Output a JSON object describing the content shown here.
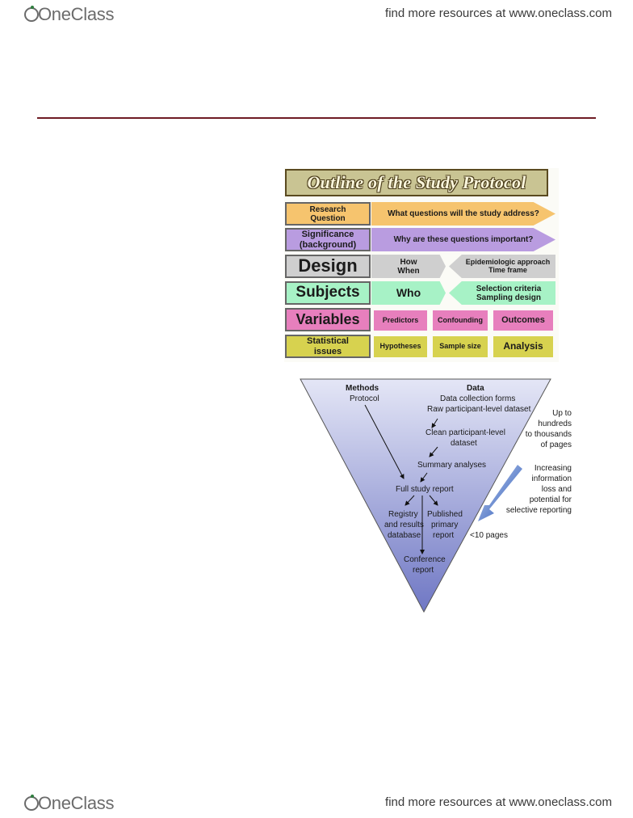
{
  "header": {
    "logo_text": "OneClass",
    "resources_link": "find more resources at www.oneclass.com"
  },
  "footer": {
    "logo_text": "OneClass",
    "resources_link": "find more resources at www.oneclass.com"
  },
  "protocol": {
    "title": "Outline of the Study Protocol",
    "rows": {
      "research_question": {
        "label": "Research Question",
        "content": "What questions will the study address?"
      },
      "significance": {
        "label": "Significance (background)",
        "content": "Why are these questions important?"
      },
      "design": {
        "label": "Design",
        "left": "How When",
        "right": "Epidemiologic approach Time frame"
      },
      "subjects": {
        "label": "Subjects",
        "left": "Who",
        "right": "Selection criteria Sampling design"
      },
      "variables": {
        "label": "Variables",
        "c1": "Predictors",
        "c2": "Confounding",
        "c3": "Outcomes"
      },
      "statistical": {
        "label": "Statistical issues",
        "c1": "Hypotheses",
        "c2": "Sample size",
        "c3": "Analysis"
      }
    },
    "colors": {
      "orange": "#f6c46e",
      "purple": "#b99ce0",
      "gray": "#cfcfcf",
      "green": "#a7f2c6",
      "pink": "#e77fbd",
      "olive": "#d7d24f"
    }
  },
  "funnel": {
    "methods_heading": "Methods",
    "methods_protocol": "Protocol",
    "data_heading": "Data",
    "data_collection": "Data collection forms",
    "raw_dataset": "Raw participant-level dataset",
    "clean_line1": "Clean participant-level",
    "clean_line2": "dataset",
    "summary": "Summary analyses",
    "full_report": "Full study report",
    "registry_line1": "Registry",
    "registry_line2": "and results",
    "registry_line3": "database",
    "published_line1": "Published",
    "published_line2": "primary",
    "published_line3": "report",
    "conference_line1": "Conference",
    "conference_line2": "report",
    "pages_line1": "Up to",
    "pages_line2": "hundreds",
    "pages_line3": "to thousands",
    "pages_line4": "of pages",
    "loss_line1": "Increasing",
    "loss_line2": "information",
    "loss_line3": "loss and",
    "loss_line4": "potential for",
    "loss_line5": "selective reporting",
    "small_pages": "<10 pages",
    "colors": {
      "funnel_top": "#dcdff3",
      "funnel_bottom": "#6f77c4",
      "arrow": "#2a58b8"
    }
  }
}
